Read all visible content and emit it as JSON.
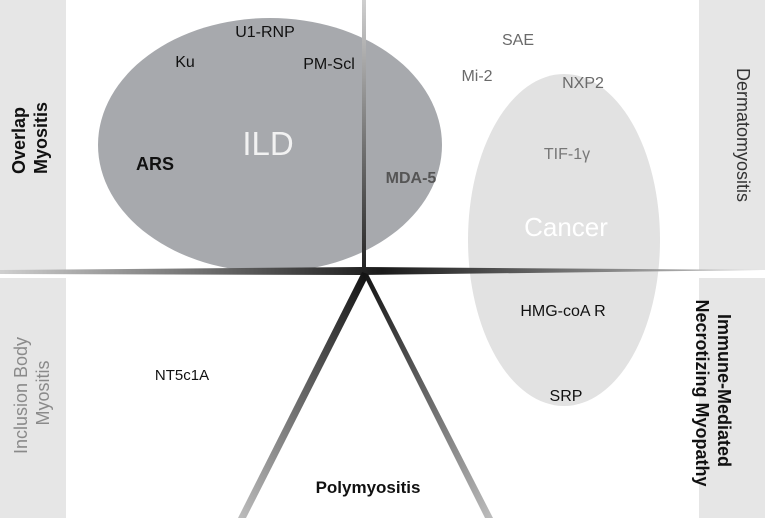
{
  "side_labels": {
    "overlap_myositis": [
      "Overlap",
      "Myositis"
    ],
    "dermatomyositis": "Dermatomyositis",
    "inclusion_body_myositis": [
      "Inclusion Body",
      "Myositis"
    ],
    "imnm": [
      "Immune-Mediated",
      "Necrotizing Myopathy"
    ],
    "polymyositis": "Polymyositis"
  },
  "regions": {
    "ild": "ILD",
    "cancer": "Cancer"
  },
  "antibodies": {
    "ku": "Ku",
    "u1_rnp": "U1-RNP",
    "pm_scl": "PM-Scl",
    "ars": "ARS",
    "mda5": "MDA-5",
    "sae": "SAE",
    "mi2": "Mi-2",
    "nxp2": "NXP2",
    "tif1g": "TIF-1γ",
    "hmgcoa_r": "HMG-coA R",
    "nt5c1a": "NT5c1A",
    "srp": "SRP"
  },
  "colors": {
    "ild_fill": "#a7a9ad",
    "cancer_fill": "#e2e2e2",
    "panel_fill": "#e6e6e6",
    "line": "#333333"
  }
}
